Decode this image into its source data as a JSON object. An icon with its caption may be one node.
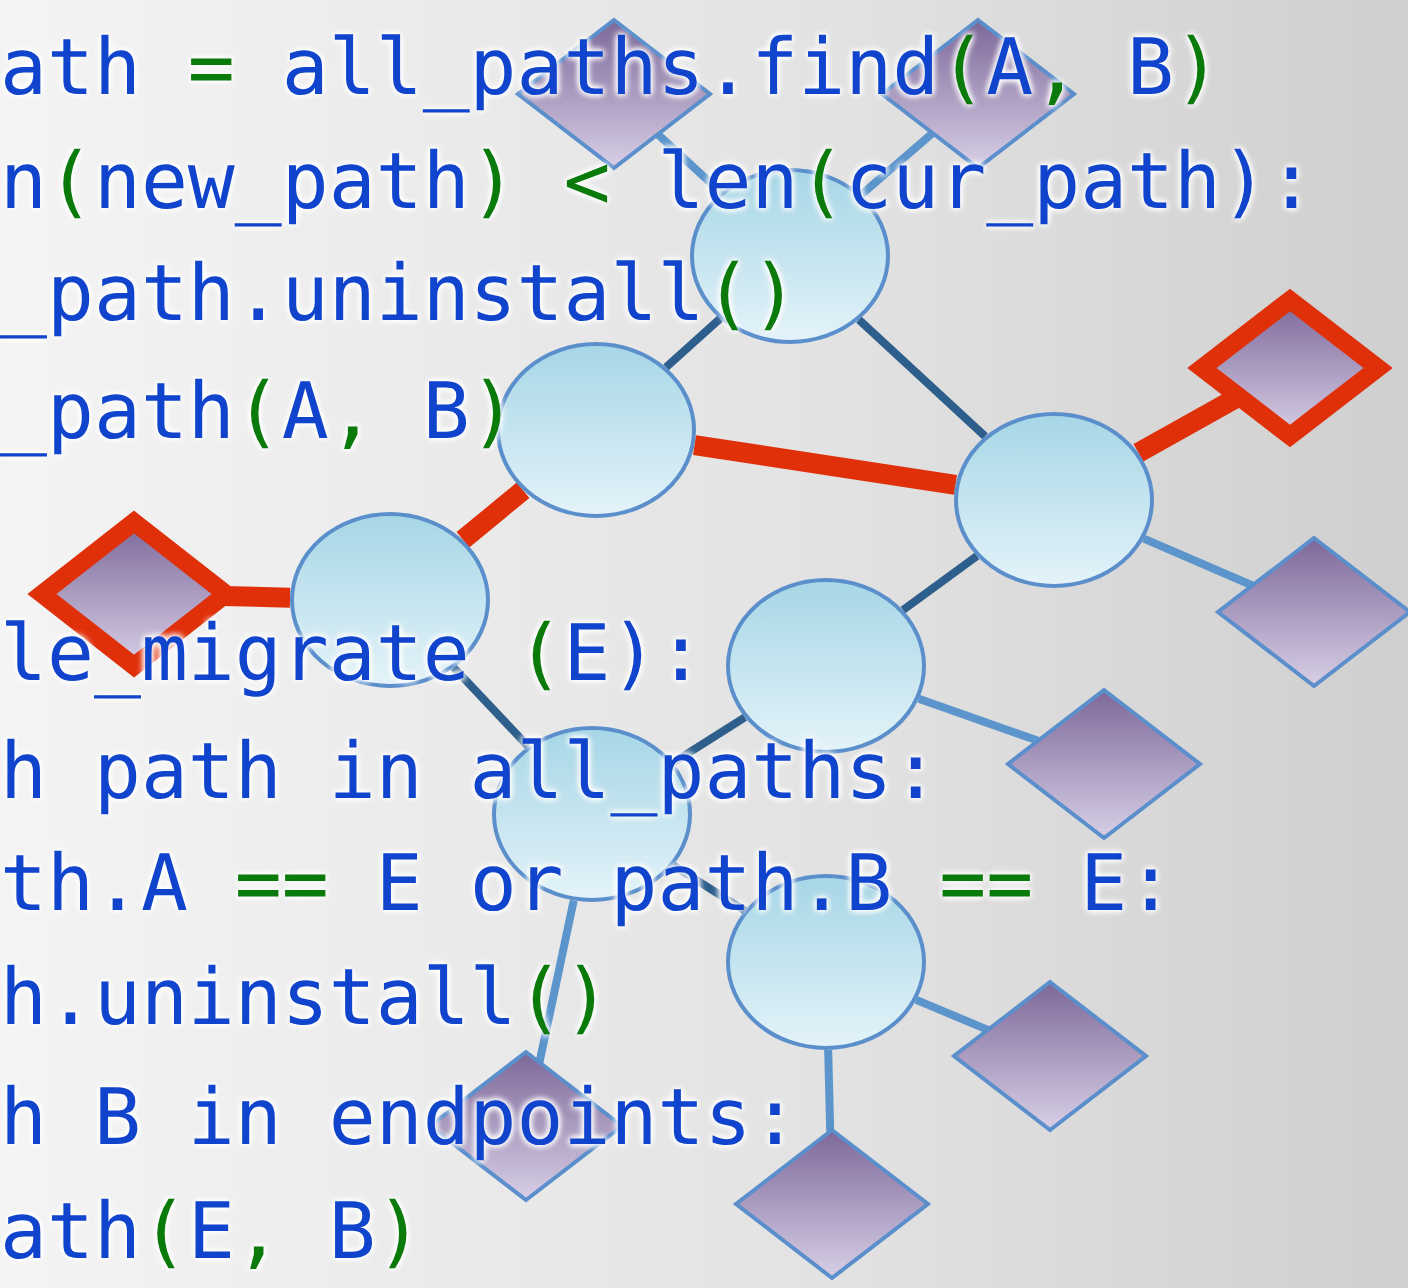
{
  "diagram": {
    "nodes": [
      {
        "text": [],
        "shape": "diamond"
      },
      {
        "text": [],
        "shape": "diamond"
      },
      {
        "text": [],
        "shape": "ellipse"
      },
      {
        "text": [],
        "shape": "diamond"
      },
      {
        "text": [],
        "shape": "ellipse"
      },
      {
        "text": [],
        "shape": "ellipse"
      },
      {
        "text": [],
        "shape": "diamond"
      },
      {
        "text": [],
        "shape": "ellipse"
      },
      {
        "text": [],
        "shape": "diamond"
      },
      {
        "text": [],
        "shape": "ellipse"
      },
      {
        "text": [],
        "shape": "diamond"
      },
      {
        "text": [],
        "shape": "ellipse"
      },
      {
        "text": [],
        "shape": "ellipse"
      },
      {
        "text": [],
        "shape": "diamond"
      },
      {
        "text": [],
        "shape": "diamond"
      },
      {
        "text": [],
        "shape": "diamond"
      }
    ],
    "edges": [
      {
        "from": 0,
        "to": 2,
        "arrow": "none"
      },
      {
        "from": 1,
        "to": 2,
        "arrow": "none"
      },
      {
        "from": 2,
        "to": 4,
        "arrow": "none",
        "color": "#2e5f8c"
      },
      {
        "from": 2,
        "to": 5,
        "arrow": "none",
        "color": "#2e5f8c"
      },
      {
        "from": 4,
        "to": 5,
        "arrow": "none",
        "style": "thick",
        "color": "#e0300a"
      },
      {
        "from": 5,
        "to": 3,
        "arrow": "none",
        "style": "thick",
        "color": "#e0300a"
      },
      {
        "from": 4,
        "to": 7,
        "arrow": "none",
        "style": "thick",
        "color": "#e0300a"
      },
      {
        "from": 7,
        "to": 6,
        "arrow": "none",
        "style": "thick",
        "color": "#e0300a"
      },
      {
        "from": 5,
        "to": 8,
        "arrow": "none"
      },
      {
        "from": 5,
        "to": 9,
        "arrow": "none",
        "color": "#2e5f8c"
      },
      {
        "from": 7,
        "to": 11,
        "arrow": "none",
        "color": "#2e5f8c"
      },
      {
        "from": 11,
        "to": 9,
        "arrow": "none",
        "color": "#2e5f8c"
      },
      {
        "from": 9,
        "to": 10,
        "arrow": "none"
      },
      {
        "from": 11,
        "to": 12,
        "arrow": "none",
        "color": "#2e5f8c"
      },
      {
        "from": 11,
        "to": 14,
        "arrow": "none"
      },
      {
        "from": 12,
        "to": 13,
        "arrow": "none"
      },
      {
        "from": 12,
        "to": 15,
        "arrow": "none"
      }
    ],
    "labels": [
      "ath = all_paths.find(A, B)",
      "n(new_path) < len(cur_path):",
      "_path.uninstall()",
      "_path(A, B)",
      "le_migrate (E):",
      "h path in all_paths:",
      "th.A == E or path.B == E:",
      "h.uninstall()",
      "h B in endpoints:",
      "ath(E, B)"
    ]
  }
}
